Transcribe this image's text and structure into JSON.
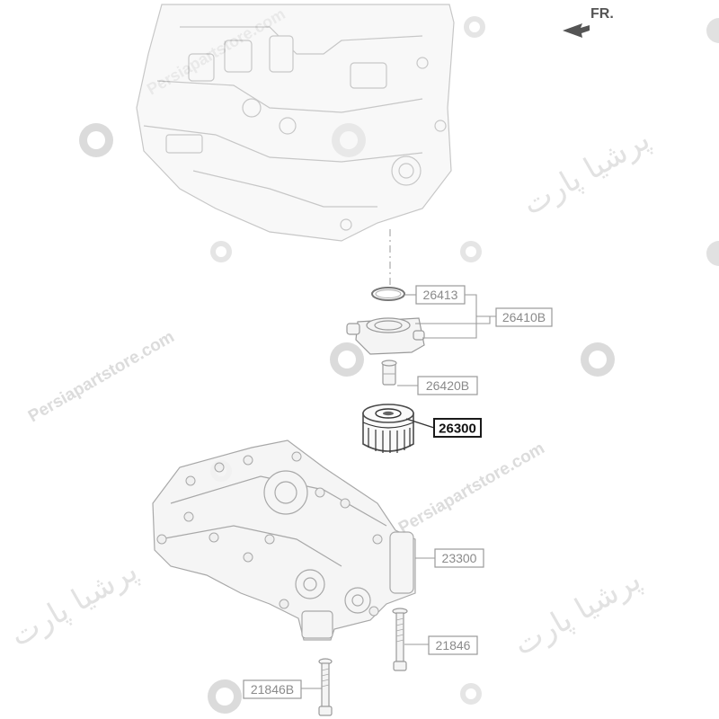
{
  "orientation": {
    "label": "FR."
  },
  "watermarks": {
    "site": "Persiapartstore.com",
    "brand_fa": "پرشیا پارت"
  },
  "callouts": [
    {
      "id": "26413",
      "label": "26413",
      "highlighted": false
    },
    {
      "id": "26410B",
      "label": "26410B",
      "highlighted": false
    },
    {
      "id": "26420B",
      "label": "26420B",
      "highlighted": false
    },
    {
      "id": "26300",
      "label": "26300",
      "highlighted": true
    },
    {
      "id": "23300",
      "label": "23300",
      "highlighted": false
    },
    {
      "id": "21846",
      "label": "21846",
      "highlighted": false
    },
    {
      "id": "21846B",
      "label": "21846B",
      "highlighted": false
    }
  ],
  "colors": {
    "highlight": "#111111",
    "line": "#9a9a9a",
    "background": "#ffffff"
  }
}
